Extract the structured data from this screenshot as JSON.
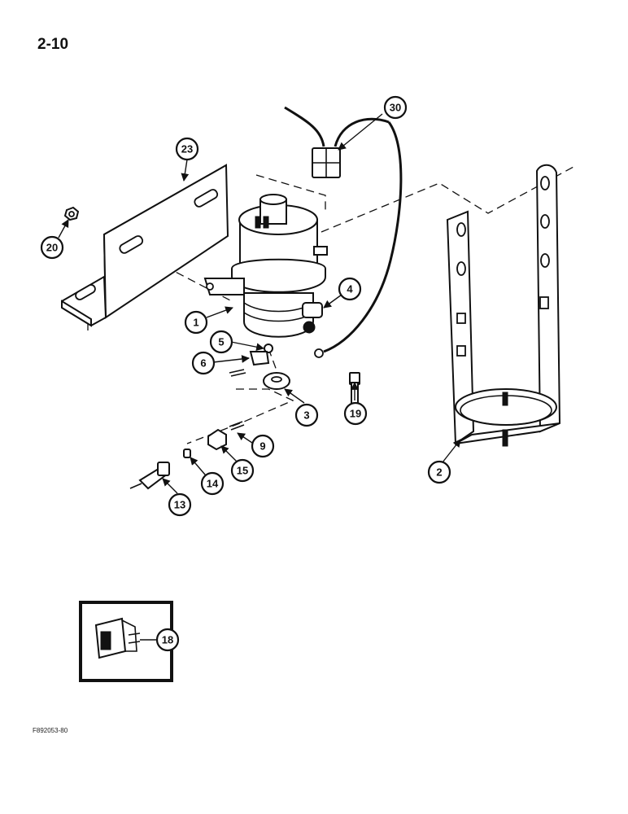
{
  "page": {
    "number": "2-10",
    "figure_code": "F892053-80"
  },
  "callouts": {
    "c1": "1",
    "c2": "2",
    "c3": "3",
    "c4": "4",
    "c5": "5",
    "c6": "6",
    "c9": "9",
    "c13": "13",
    "c14": "14",
    "c15": "15",
    "c18": "18",
    "c19": "19",
    "c20": "20",
    "c23": "23",
    "c30": "30"
  }
}
